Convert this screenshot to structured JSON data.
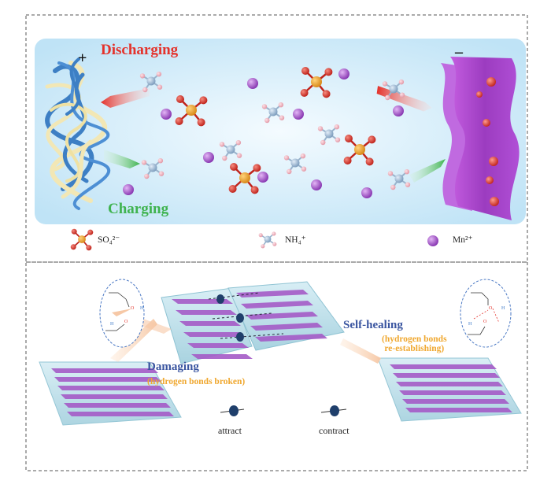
{
  "top_panel": {
    "discharging_label": "Discharging",
    "charging_label": "Charging",
    "positive_sign": "+",
    "negative_sign": "–"
  },
  "legend": {
    "sulfate": "SO₄²⁻",
    "ammonium": "NH₄⁺",
    "manganese": "Mn²⁺"
  },
  "bottom_panel": {
    "damaging_label": "Damaging",
    "damaging_note": "(hydrogen bonds broken)",
    "healing_label": "Self-healing",
    "healing_note_line1": "(hydrogen bonds",
    "healing_note_line2": "re-establishing)",
    "attract_label": "attract",
    "contract_label": "contract"
  },
  "colors": {
    "discharging": "#e4322b",
    "charging": "#3fb34f",
    "ion_panel": "#dff1fb",
    "sulfate_center": "#e89a2a",
    "oxygen": "#d8352d",
    "nitrogen": "#a9c2dc",
    "hydrogen": "#f0b7c1",
    "manganese": "#9b4fc3",
    "anode": "#b34ad1",
    "title_blue": "#3a55a0",
    "note_orange": "#f0a830"
  }
}
